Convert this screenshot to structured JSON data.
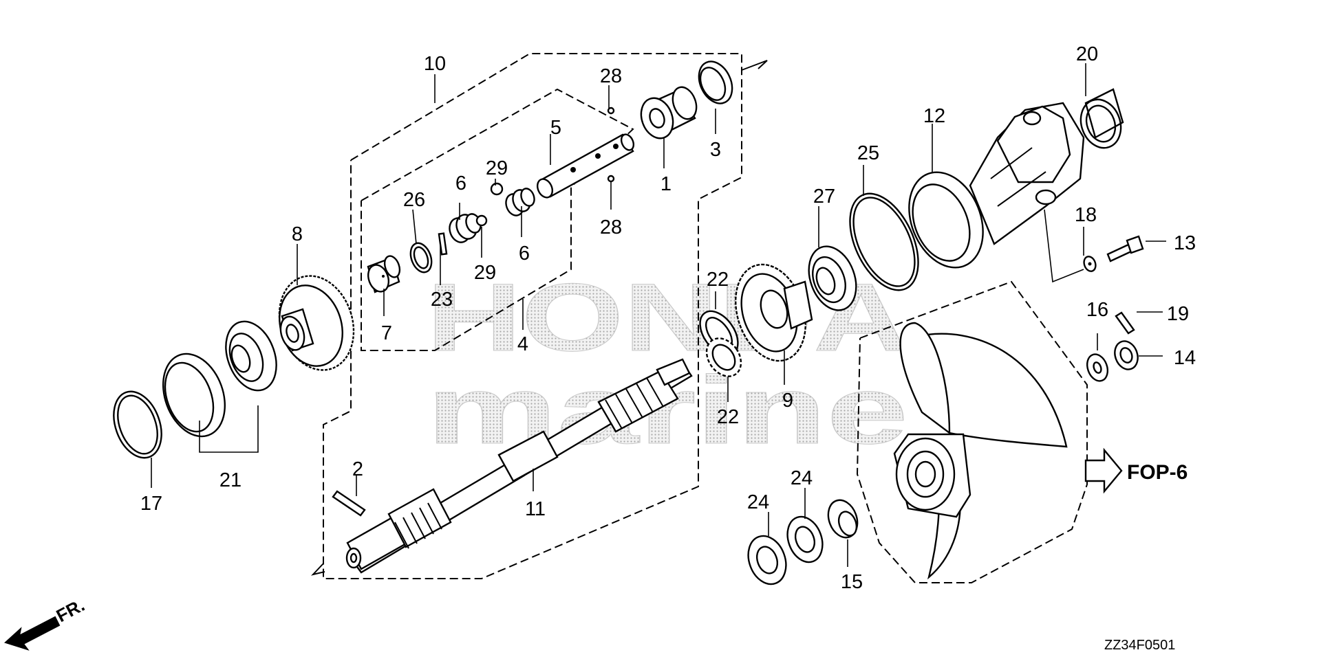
{
  "watermark": {
    "line1": "HONDA",
    "line2": "marine"
  },
  "reference": {
    "label": "FOP-6"
  },
  "front_indicator": {
    "label": "FR."
  },
  "figure_code": "ZZ34F0501",
  "callouts": [
    {
      "id": "c1",
      "label": "1"
    },
    {
      "id": "c2",
      "label": "2"
    },
    {
      "id": "c3",
      "label": "3"
    },
    {
      "id": "c4",
      "label": "4"
    },
    {
      "id": "c5",
      "label": "5"
    },
    {
      "id": "c6a",
      "label": "6"
    },
    {
      "id": "c6b",
      "label": "6"
    },
    {
      "id": "c7",
      "label": "7"
    },
    {
      "id": "c8",
      "label": "8"
    },
    {
      "id": "c9",
      "label": "9"
    },
    {
      "id": "c10",
      "label": "10"
    },
    {
      "id": "c11",
      "label": "11"
    },
    {
      "id": "c12",
      "label": "12"
    },
    {
      "id": "c13",
      "label": "13"
    },
    {
      "id": "c14",
      "label": "14"
    },
    {
      "id": "c15",
      "label": "15"
    },
    {
      "id": "c16",
      "label": "16"
    },
    {
      "id": "c17",
      "label": "17"
    },
    {
      "id": "c18",
      "label": "18"
    },
    {
      "id": "c19",
      "label": "19"
    },
    {
      "id": "c20",
      "label": "20"
    },
    {
      "id": "c21",
      "label": "21"
    },
    {
      "id": "c22a",
      "label": "22"
    },
    {
      "id": "c22b",
      "label": "22"
    },
    {
      "id": "c23",
      "label": "23"
    },
    {
      "id": "c24a",
      "label": "24"
    },
    {
      "id": "c24b",
      "label": "24"
    },
    {
      "id": "c25",
      "label": "25"
    },
    {
      "id": "c26",
      "label": "26"
    },
    {
      "id": "c27",
      "label": "27"
    },
    {
      "id": "c28a",
      "label": "28"
    },
    {
      "id": "c28b",
      "label": "28"
    },
    {
      "id": "c29a",
      "label": "29"
    },
    {
      "id": "c29b",
      "label": "29"
    }
  ]
}
